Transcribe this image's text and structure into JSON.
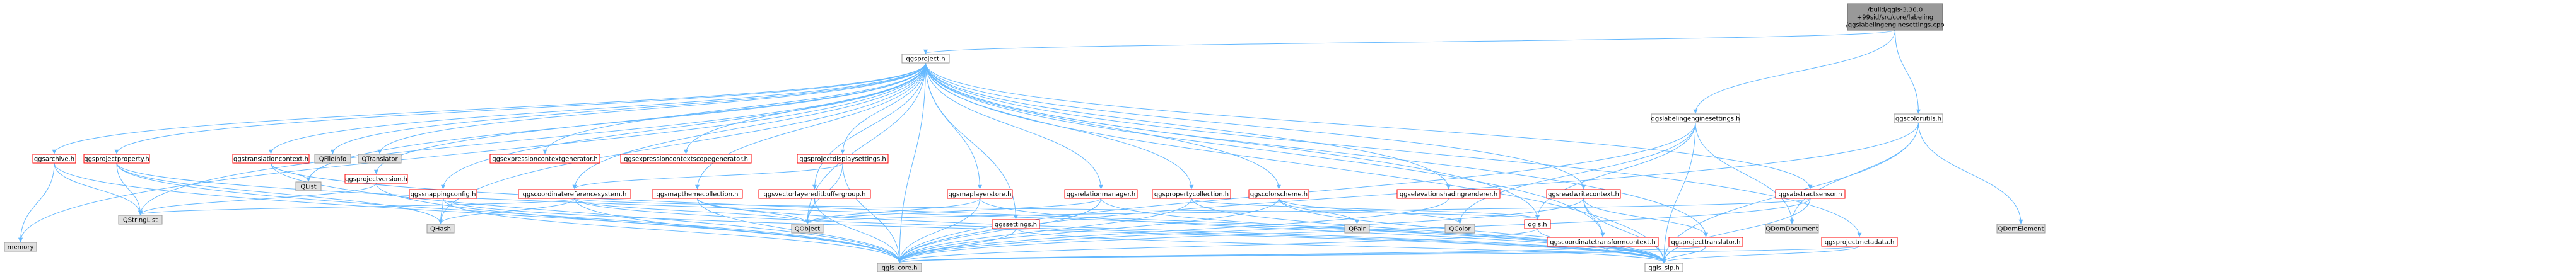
{
  "nodes": [
    {
      "id": "root",
      "label": [
        "/build/qgis-3.36.0",
        "+99sid/src/core/labeling",
        "/qgslabelingenginesettings.cpp"
      ],
      "style": "root"
    },
    {
      "id": "qgsproject",
      "label": [
        "qgsproject.h"
      ],
      "style": "plain"
    },
    {
      "id": "qgslabelingenginesettings",
      "label": [
        "qgslabelingenginesettings.h"
      ],
      "style": "plain"
    },
    {
      "id": "qgscolorutils",
      "label": [
        "qgscolorutils.h"
      ],
      "style": "plain"
    },
    {
      "id": "qgsarchive",
      "label": [
        "qgsarchive.h"
      ],
      "style": "red"
    },
    {
      "id": "qgsprojectproperty",
      "label": [
        "qgsprojectproperty.h"
      ],
      "style": "red"
    },
    {
      "id": "qgstranslationcontext",
      "label": [
        "qgstranslationcontext.h"
      ],
      "style": "red"
    },
    {
      "id": "QFileInfo",
      "label": [
        "QFileInfo"
      ],
      "style": "gray"
    },
    {
      "id": "QTranslator",
      "label": [
        "QTranslator"
      ],
      "style": "gray"
    },
    {
      "id": "qgsexpressioncontextgenerator",
      "label": [
        "qgsexpressioncontextgenerator.h"
      ],
      "style": "red"
    },
    {
      "id": "qgsexpressioncontextscopegenerator",
      "label": [
        "qgsexpressioncontextscopegenerator.h"
      ],
      "style": "red"
    },
    {
      "id": "qgsprojectdisplaysettings",
      "label": [
        "qgsprojectdisplaysettings.h"
      ],
      "style": "red"
    },
    {
      "id": "qgsprojectversion",
      "label": [
        "qgsprojectversion.h"
      ],
      "style": "red"
    },
    {
      "id": "qgssnappingconfig",
      "label": [
        "qgssnappingconfig.h"
      ],
      "style": "red"
    },
    {
      "id": "qgscoordinatereferencesystem",
      "label": [
        "qgscoordinatereferencesystem.h"
      ],
      "style": "red"
    },
    {
      "id": "qgsmapthemecollection",
      "label": [
        "qgsmapthemecollection.h"
      ],
      "style": "red"
    },
    {
      "id": "qgsvectorlayereditbuffergroup",
      "label": [
        "qgsvectorlayereditbuffergroup.h"
      ],
      "style": "red"
    },
    {
      "id": "qgsmaplayerstore",
      "label": [
        "qgsmaplayerstore.h"
      ],
      "style": "red"
    },
    {
      "id": "qgssettings",
      "label": [
        "qgssettings.h"
      ],
      "style": "red"
    },
    {
      "id": "qgsrelationmanager",
      "label": [
        "qgsrelationmanager.h"
      ],
      "style": "red"
    },
    {
      "id": "qgspropertycollection",
      "label": [
        "qgspropertycollection.h"
      ],
      "style": "red"
    },
    {
      "id": "qgscolorscheme",
      "label": [
        "qgscolorscheme.h"
      ],
      "style": "red"
    },
    {
      "id": "qgselevationshadingrenderer",
      "label": [
        "qgselevationshadingrenderer.h"
      ],
      "style": "red"
    },
    {
      "id": "qgsreadwritecontext",
      "label": [
        "qgsreadwritecontext.h"
      ],
      "style": "red"
    },
    {
      "id": "qgsabstractsensor",
      "label": [
        "qgsabstractsensor.h"
      ],
      "style": "red"
    },
    {
      "id": "qgis",
      "label": [
        "qgis.h"
      ],
      "style": "red"
    },
    {
      "id": "qgscoordinatetransformcontext",
      "label": [
        "qgscoordinatetransformcontext.h"
      ],
      "style": "red"
    },
    {
      "id": "qgsprojecttranslator",
      "label": [
        "qgsprojecttranslator.h"
      ],
      "style": "red"
    },
    {
      "id": "qgsprojectmetadata",
      "label": [
        "qgsprojectmetadata.h"
      ],
      "style": "red"
    },
    {
      "id": "QList",
      "label": [
        "QList"
      ],
      "style": "gray"
    },
    {
      "id": "QStringList",
      "label": [
        "QStringList"
      ],
      "style": "gray"
    },
    {
      "id": "QHash",
      "label": [
        "QHash"
      ],
      "style": "gray"
    },
    {
      "id": "QObject",
      "label": [
        "QObject"
      ],
      "style": "gray"
    },
    {
      "id": "QPair",
      "label": [
        "QPair"
      ],
      "style": "gray"
    },
    {
      "id": "QColor",
      "label": [
        "QColor"
      ],
      "style": "gray"
    },
    {
      "id": "QDomDocument",
      "label": [
        "QDomDocument"
      ],
      "style": "gray"
    },
    {
      "id": "QDomElement",
      "label": [
        "QDomElement"
      ],
      "style": "gray"
    },
    {
      "id": "memory",
      "label": [
        "memory"
      ],
      "style": "gray"
    },
    {
      "id": "qgis_core",
      "label": [
        "qgis_core.h"
      ],
      "style": "gray"
    },
    {
      "id": "qgis_sip",
      "label": [
        "qgis_sip.h"
      ],
      "style": "plain"
    }
  ],
  "edges": [
    [
      "root",
      "qgsproject"
    ],
    [
      "root",
      "qgslabelingenginesettings"
    ],
    [
      "root",
      "qgscolorutils"
    ],
    [
      "qgsproject",
      "qgsarchive"
    ],
    [
      "qgsproject",
      "qgsprojectproperty"
    ],
    [
      "qgsproject",
      "qgstranslationcontext"
    ],
    [
      "qgsproject",
      "QFileInfo"
    ],
    [
      "qgsproject",
      "QTranslator"
    ],
    [
      "qgsproject",
      "qgsexpressioncontextgenerator"
    ],
    [
      "qgsproject",
      "qgsexpressioncontextscopegenerator"
    ],
    [
      "qgsproject",
      "qgsprojectdisplaysettings"
    ],
    [
      "qgsproject",
      "qgsprojectversion"
    ],
    [
      "qgsproject",
      "qgssnappingconfig"
    ],
    [
      "qgsproject",
      "qgscoordinatereferencesystem"
    ],
    [
      "qgsproject",
      "qgsmapthemecollection"
    ],
    [
      "qgsproject",
      "qgsvectorlayereditbuffergroup"
    ],
    [
      "qgsproject",
      "qgsmaplayerstore"
    ],
    [
      "qgsproject",
      "qgssettings"
    ],
    [
      "qgsproject",
      "qgsrelationmanager"
    ],
    [
      "qgsproject",
      "qgspropertycollection"
    ],
    [
      "qgsproject",
      "qgscolorscheme"
    ],
    [
      "qgsproject",
      "qgselevationshadingrenderer"
    ],
    [
      "qgsproject",
      "qgsreadwritecontext"
    ],
    [
      "qgsproject",
      "qgsabstractsensor"
    ],
    [
      "qgsproject",
      "qgis"
    ],
    [
      "qgsproject",
      "qgscoordinatetransformcontext"
    ],
    [
      "qgsproject",
      "qgsprojecttranslator"
    ],
    [
      "qgsproject",
      "qgsprojectmetadata"
    ],
    [
      "qgsproject",
      "QList"
    ],
    [
      "qgsproject",
      "QStringList"
    ],
    [
      "qgsproject",
      "QHash"
    ],
    [
      "qgsproject",
      "QObject"
    ],
    [
      "qgsproject",
      "memory"
    ],
    [
      "qgsproject",
      "qgis_core"
    ],
    [
      "qgsproject",
      "qgis_sip"
    ],
    [
      "qgsarchive",
      "QStringList"
    ],
    [
      "qgsarchive",
      "memory"
    ],
    [
      "qgsarchive",
      "qgis_core"
    ],
    [
      "qgsprojectproperty",
      "QStringList"
    ],
    [
      "qgsprojectproperty",
      "QHash"
    ],
    [
      "qgsprojectproperty",
      "qgis_core"
    ],
    [
      "qgsprojectproperty",
      "qgis_sip"
    ],
    [
      "qgstranslationcontext",
      "QList"
    ],
    [
      "qgstranslationcontext",
      "qgis_core"
    ],
    [
      "qgstranslationcontext",
      "qgis_sip"
    ],
    [
      "qgsprojectversion",
      "QStringList"
    ],
    [
      "qgsprojectversion",
      "qgis_core"
    ],
    [
      "qgssnappingconfig",
      "QHash"
    ],
    [
      "qgssnappingconfig",
      "qgis_core"
    ],
    [
      "qgssnappingconfig",
      "qgis_sip"
    ],
    [
      "qgsprojectdisplaysettings",
      "qgscoordinatereferencesystem"
    ],
    [
      "qgsprojectdisplaysettings",
      "QObject"
    ],
    [
      "qgsprojectdisplaysettings",
      "qgis_core"
    ],
    [
      "qgscoordinatereferencesystem",
      "QStringList"
    ],
    [
      "qgscoordinatereferencesystem",
      "QHash"
    ],
    [
      "qgscoordinatereferencesystem",
      "QObject"
    ],
    [
      "qgscoordinatereferencesystem",
      "qgis_core"
    ],
    [
      "qgscoordinatereferencesystem",
      "qgis_sip"
    ],
    [
      "qgscoordinatereferencesystem",
      "qgis"
    ],
    [
      "qgsmapthemecollection",
      "QObject"
    ],
    [
      "qgsmapthemecollection",
      "qgis_core"
    ],
    [
      "qgsmapthemecollection",
      "qgis_sip"
    ],
    [
      "qgsvectorlayereditbuffergroup",
      "QObject"
    ],
    [
      "qgsvectorlayereditbuffergroup",
      "qgis_core"
    ],
    [
      "qgsmaplayerstore",
      "QObject"
    ],
    [
      "qgsmaplayerstore",
      "qgis_core"
    ],
    [
      "qgsmaplayerstore",
      "qgis_sip"
    ],
    [
      "qgssettings",
      "qgis_core"
    ],
    [
      "qgssettings",
      "qgis_sip"
    ],
    [
      "qgsrelationmanager",
      "QObject"
    ],
    [
      "qgsrelationmanager",
      "qgis_core"
    ],
    [
      "qgsrelationmanager",
      "qgis_sip"
    ],
    [
      "qgspropertycollection",
      "qgis"
    ],
    [
      "qgspropertycollection",
      "qgis_core"
    ],
    [
      "qgspropertycollection",
      "qgis_sip"
    ],
    [
      "qgscolorscheme",
      "QColor"
    ],
    [
      "qgscolorscheme",
      "QPair"
    ],
    [
      "qgscolorscheme",
      "qgis_core"
    ],
    [
      "qgscolorscheme",
      "qgis_sip"
    ],
    [
      "qgselevationshadingrenderer",
      "qgis_core"
    ],
    [
      "qgsreadwritecontext",
      "qgscoordinatetransformcontext"
    ],
    [
      "qgsreadwritecontext",
      "qgsprojecttranslator"
    ],
    [
      "qgsreadwritecontext",
      "qgis_core"
    ],
    [
      "qgsreadwritecontext",
      "qgis_sip"
    ],
    [
      "qgsabstractsensor",
      "QObject"
    ],
    [
      "qgsabstractsensor",
      "qgis_core"
    ],
    [
      "qgsabstractsensor",
      "qgis_sip"
    ],
    [
      "qgis",
      "qgis_core"
    ],
    [
      "qgis",
      "qgis_sip"
    ],
    [
      "qgscoordinatetransformcontext",
      "qgis_core"
    ],
    [
      "qgscoordinatetransformcontext",
      "qgis_sip"
    ],
    [
      "qgsprojecttranslator",
      "qgis_core"
    ],
    [
      "qgsprojecttranslator",
      "qgis_sip"
    ],
    [
      "qgsprojectmetadata",
      "qgis_core"
    ],
    [
      "qgsprojectmetadata",
      "qgis_sip"
    ],
    [
      "qgslabelingenginesettings",
      "qgis_core"
    ],
    [
      "qgslabelingenginesettings",
      "qgis_sip"
    ],
    [
      "qgslabelingenginesettings",
      "qgis"
    ],
    [
      "qgslabelingenginesettings",
      "QDomDocument"
    ],
    [
      "qgslabelingenginesettings",
      "QColor"
    ],
    [
      "qgscolorutils",
      "QDomDocument"
    ],
    [
      "qgscolorutils",
      "QDomElement"
    ],
    [
      "qgscolorutils",
      "qgis_core"
    ],
    [
      "qgscolorutils",
      "qgis_sip"
    ]
  ]
}
